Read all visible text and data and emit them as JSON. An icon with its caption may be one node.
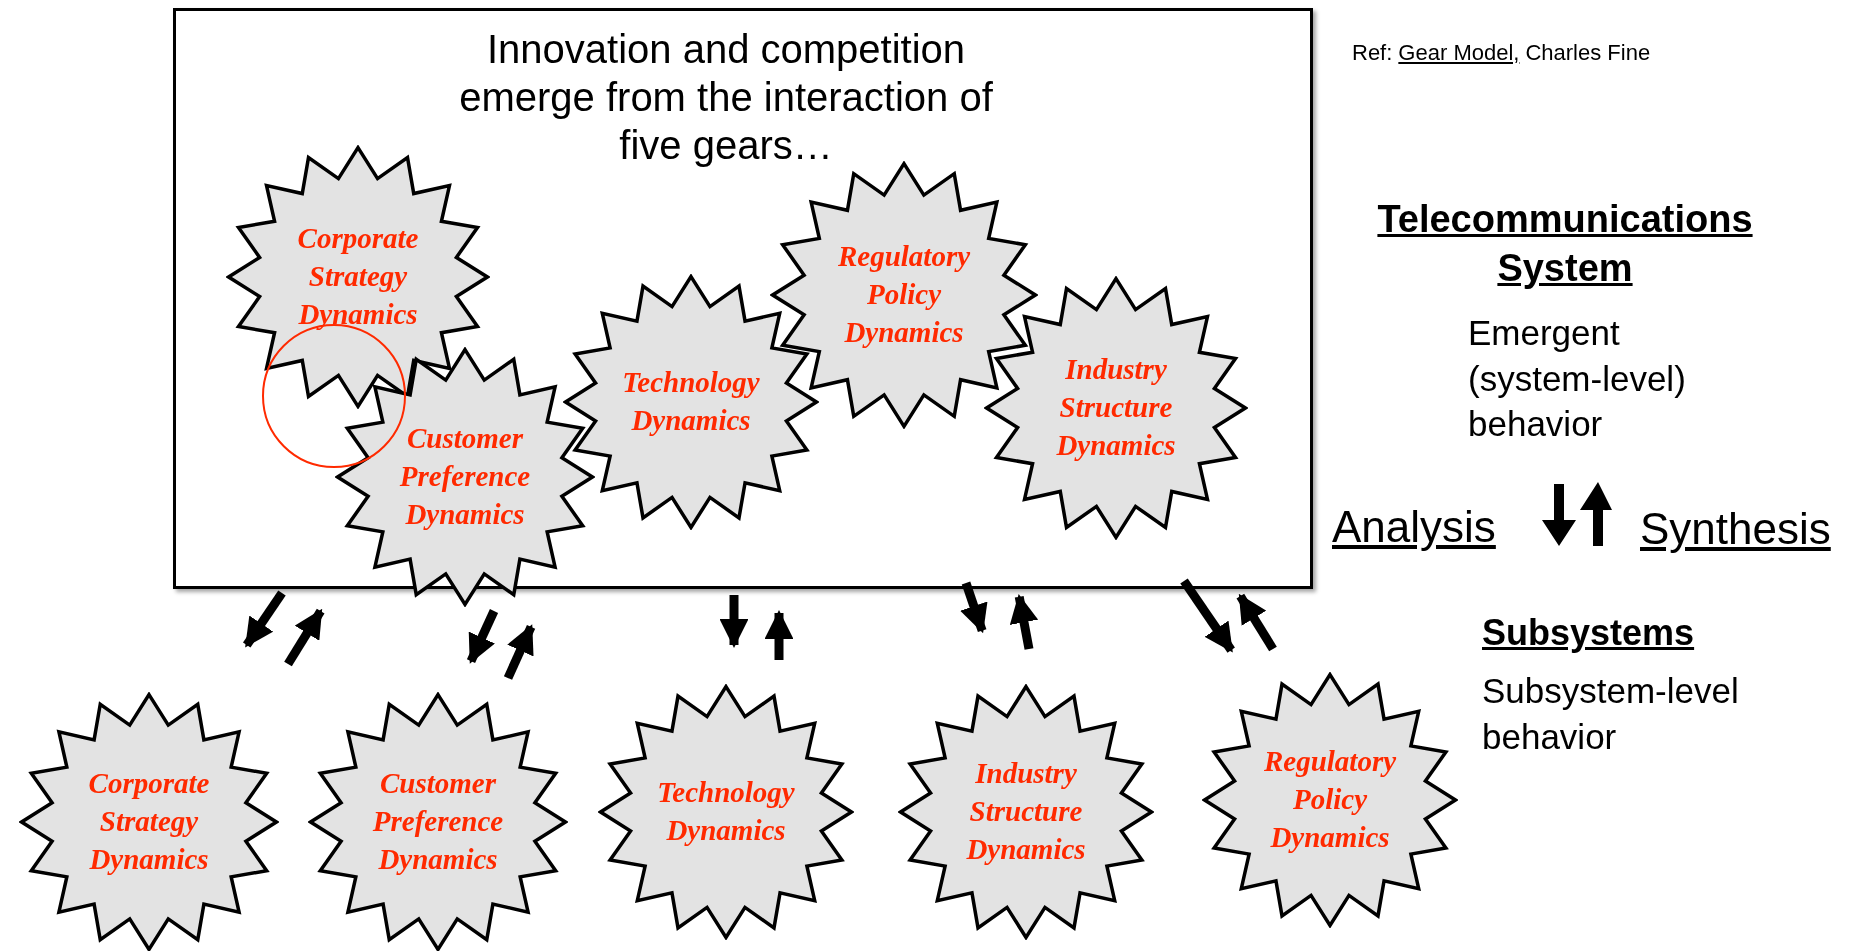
{
  "diagram": {
    "nodes": [
      {
        "text": [
          "Innovation and competition emerge from the interaction of five gears…"
        ]
      },
      {
        "text": [
          "Corporate Strategy Dynamics"
        ],
        "in": 0
      },
      {
        "text": [
          "Customer Preference Dynamics"
        ],
        "in": 0
      },
      {
        "text": [
          "Technology Dynamics"
        ],
        "in": 0
      },
      {
        "text": [
          "Regulatory Policy Dynamics"
        ],
        "in": 0
      },
      {
        "text": [
          "Industry Structure Dynamics"
        ],
        "in": 0
      },
      {
        "text": [
          "Corporate Strategy Dynamics"
        ]
      },
      {
        "text": [
          "Customer Preference Dynamics"
        ]
      },
      {
        "text": [
          "Technology Dynamics"
        ]
      },
      {
        "text": [
          "Industry Structure Dynamics"
        ]
      },
      {
        "text": [
          "Regulatory Policy Dynamics"
        ]
      }
    ],
    "edges": [
      {
        "from": 0,
        "to": 6,
        "arrow": "to"
      },
      {
        "from": 6,
        "to": 0,
        "arrow": "to"
      },
      {
        "from": 0,
        "to": 7,
        "arrow": "to"
      },
      {
        "from": 7,
        "to": 0,
        "arrow": "to"
      },
      {
        "from": 0,
        "to": 8,
        "arrow": "to"
      },
      {
        "from": 8,
        "to": 0,
        "arrow": "to"
      },
      {
        "from": 0,
        "to": 9,
        "arrow": "to"
      },
      {
        "from": 9,
        "to": 0,
        "arrow": "to"
      },
      {
        "from": 0,
        "to": 10,
        "arrow": "to"
      },
      {
        "from": 10,
        "to": 0,
        "arrow": "to"
      }
    ],
    "labels": [
      "Ref:",
      "Gear Model,",
      "Charles Fine",
      "Telecommunications System",
      "Emergent (system-level) behavior",
      "Analysis",
      "Synthesis",
      "Subsystems",
      "Subsystem-level behavior"
    ]
  }
}
